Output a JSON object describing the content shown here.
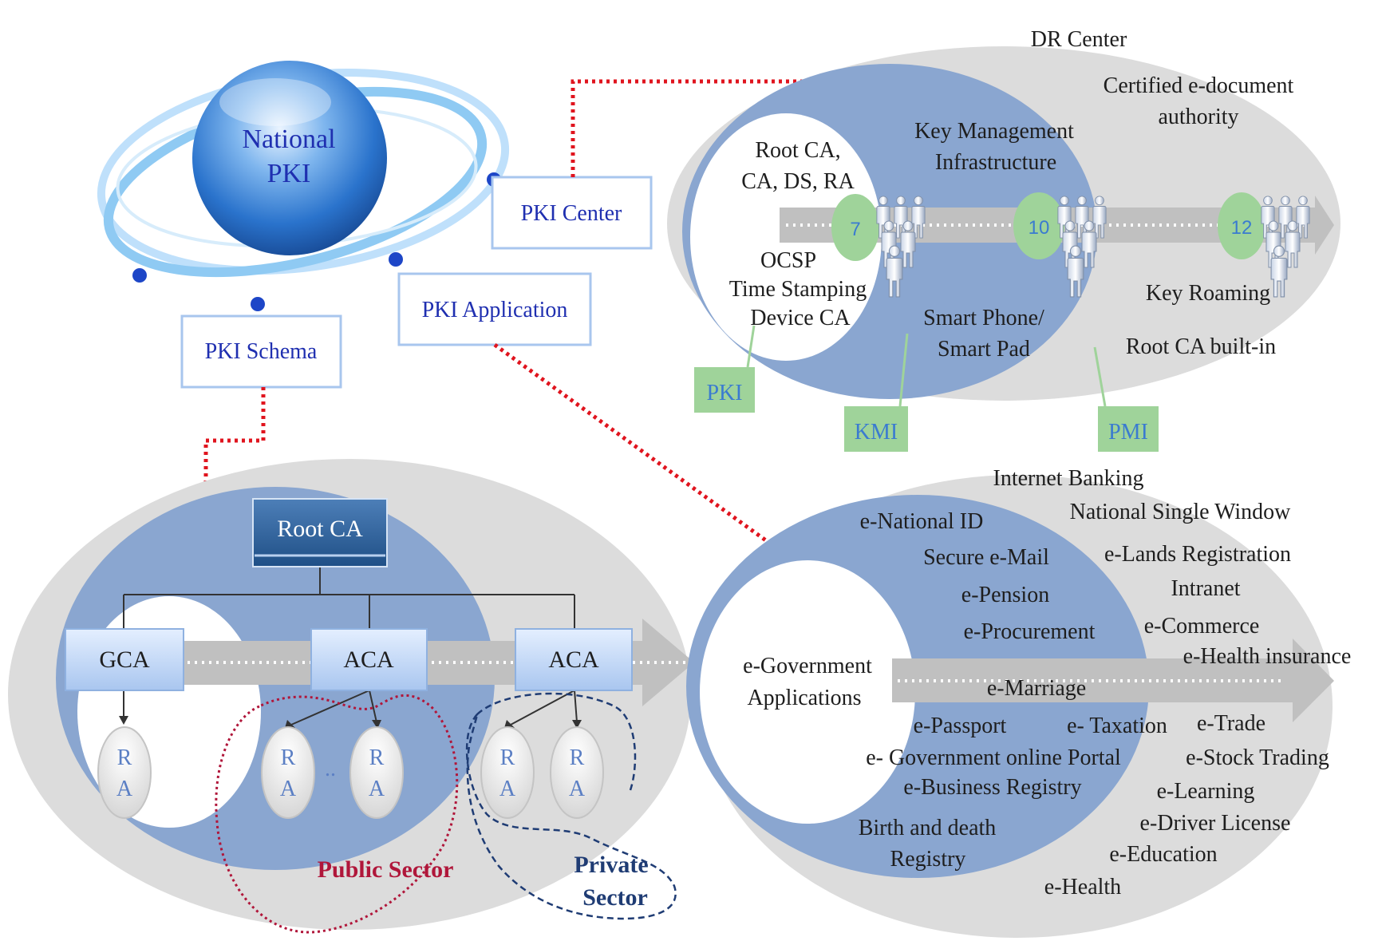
{
  "hub": {
    "title_line1": "National",
    "title_line2": "PKI",
    "label_center": "PKI Center",
    "label_application": "PKI Application",
    "label_schema": "PKI Schema"
  },
  "center": {
    "dr_center": "DR Center",
    "cert_line1": "Certified e-document",
    "cert_line2": "authority",
    "kmi_title_line1": "Key Management",
    "kmi_title_line2": "Infrastructure",
    "root_line1": "Root CA,",
    "root_line2": "CA, DS, RA",
    "ocsp_line1": "OCSP",
    "ocsp_line2": "Time Stamping",
    "ocsp_line3": "Device CA",
    "phone_line1": "Smart Phone/",
    "phone_line2": "Smart Pad",
    "key_roaming": "Key Roaming",
    "root_builtin": "Root CA built-in",
    "stage_1": "7",
    "stage_2": "10",
    "stage_3": "12",
    "tag_pki": "PKI",
    "tag_kmi": "KMI",
    "tag_pmi": "PMI"
  },
  "schema": {
    "root_ca": "Root CA",
    "gca": "GCA",
    "aca_1": "ACA",
    "aca_2": "ACA",
    "ra_r": "R",
    "ra_a": "A",
    "ellipsis": "..",
    "public_sector": "Public Sector",
    "private_line1": "Private",
    "private_line2": "Sector"
  },
  "apps": {
    "core_line1": "e-Government",
    "core_line2": "Applications",
    "items": [
      "Internet Banking",
      "National Single Window",
      "e-National ID",
      "Secure e-Mail",
      "e-Lands Registration",
      "Intranet",
      "e-Pension",
      "e-Procurement",
      "e-Commerce",
      "e-Health insurance",
      "e-Marriage",
      "e-Passport",
      "e- Taxation",
      "e-Trade",
      "e- Government online Portal",
      "e-Stock Trading",
      "e-Business Registry",
      "e-Learning",
      "Birth and death",
      "Registry",
      "e-Driver License",
      "e-Education",
      "e-Health"
    ]
  },
  "colors": {
    "outer_gray": "#dcdcdc",
    "mid_blue": "#8aa6d0",
    "arrow_gray": "#c0c0c0",
    "box_blue": "#bfd5f4",
    "tag_green": "#9fd39a",
    "dotted_red": "#e0141e",
    "public_red": "#b0163a",
    "private_navy": "#1f3c74"
  }
}
